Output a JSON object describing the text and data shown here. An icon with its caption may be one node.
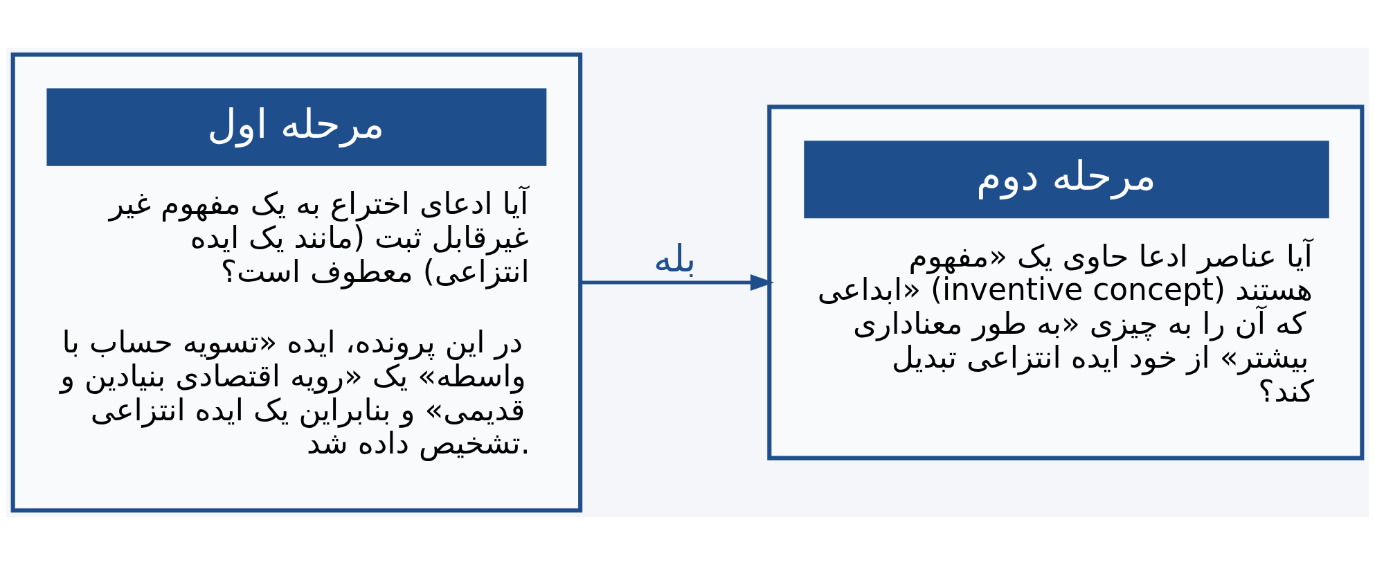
{
  "diagram": {
    "nodes": [
      {
        "text": [
          "مرحله اول",
          "آیا ادعای اختراع به یک مفهوم غیر غیرقابل ثبت (مانند یک ایده انتزاعی) معطوف است؟",
          "در این پرونده، ایده «تسویه حساب با واسطه» یک «رویه اقتصادی بنیادین و قدیمی» و بنابراین یک ایده انتزاعی تشخیص داده شد."
        ]
      },
      {
        "text": [
          "مرحله دوم",
          "آیا عناصر ادعا حاوی یک «مفهوم ابداعی» (inventive concept) هستند که آن را به چیزی «به طور معناداری بیشتر» از خود ایده انتزاعی تبدیل کند؟"
        ]
      }
    ],
    "edges": [
      {
        "from": 0,
        "to": 1,
        "arrow": "to",
        "label": "بله"
      }
    ]
  }
}
